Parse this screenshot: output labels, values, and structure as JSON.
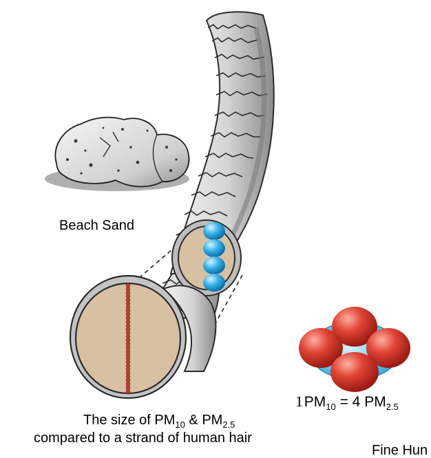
{
  "labels": {
    "sand": "Beach Sand",
    "equation": {
      "one": "1",
      "pm10_prefix": "PM",
      "pm10_sub": "10",
      "equals": " = 4 ",
      "pm25_prefix": "PM",
      "pm25_sub": "2.5"
    },
    "caption": {
      "line1_prefix": "The size of PM",
      "line1_sub1": "10",
      "line1_mid": " & PM",
      "line1_sub2": "2.5",
      "line2": "compared to a strand of human hair"
    },
    "hair": "Fine Hun"
  },
  "colors": {
    "hair_gray": "#c8c8c8",
    "hair_dark": "#8a8a8a",
    "cross_section_tan": "#d8c0a2",
    "pm10_red": "#d83a2c",
    "pm25_blue": "#3fb5e8"
  }
}
